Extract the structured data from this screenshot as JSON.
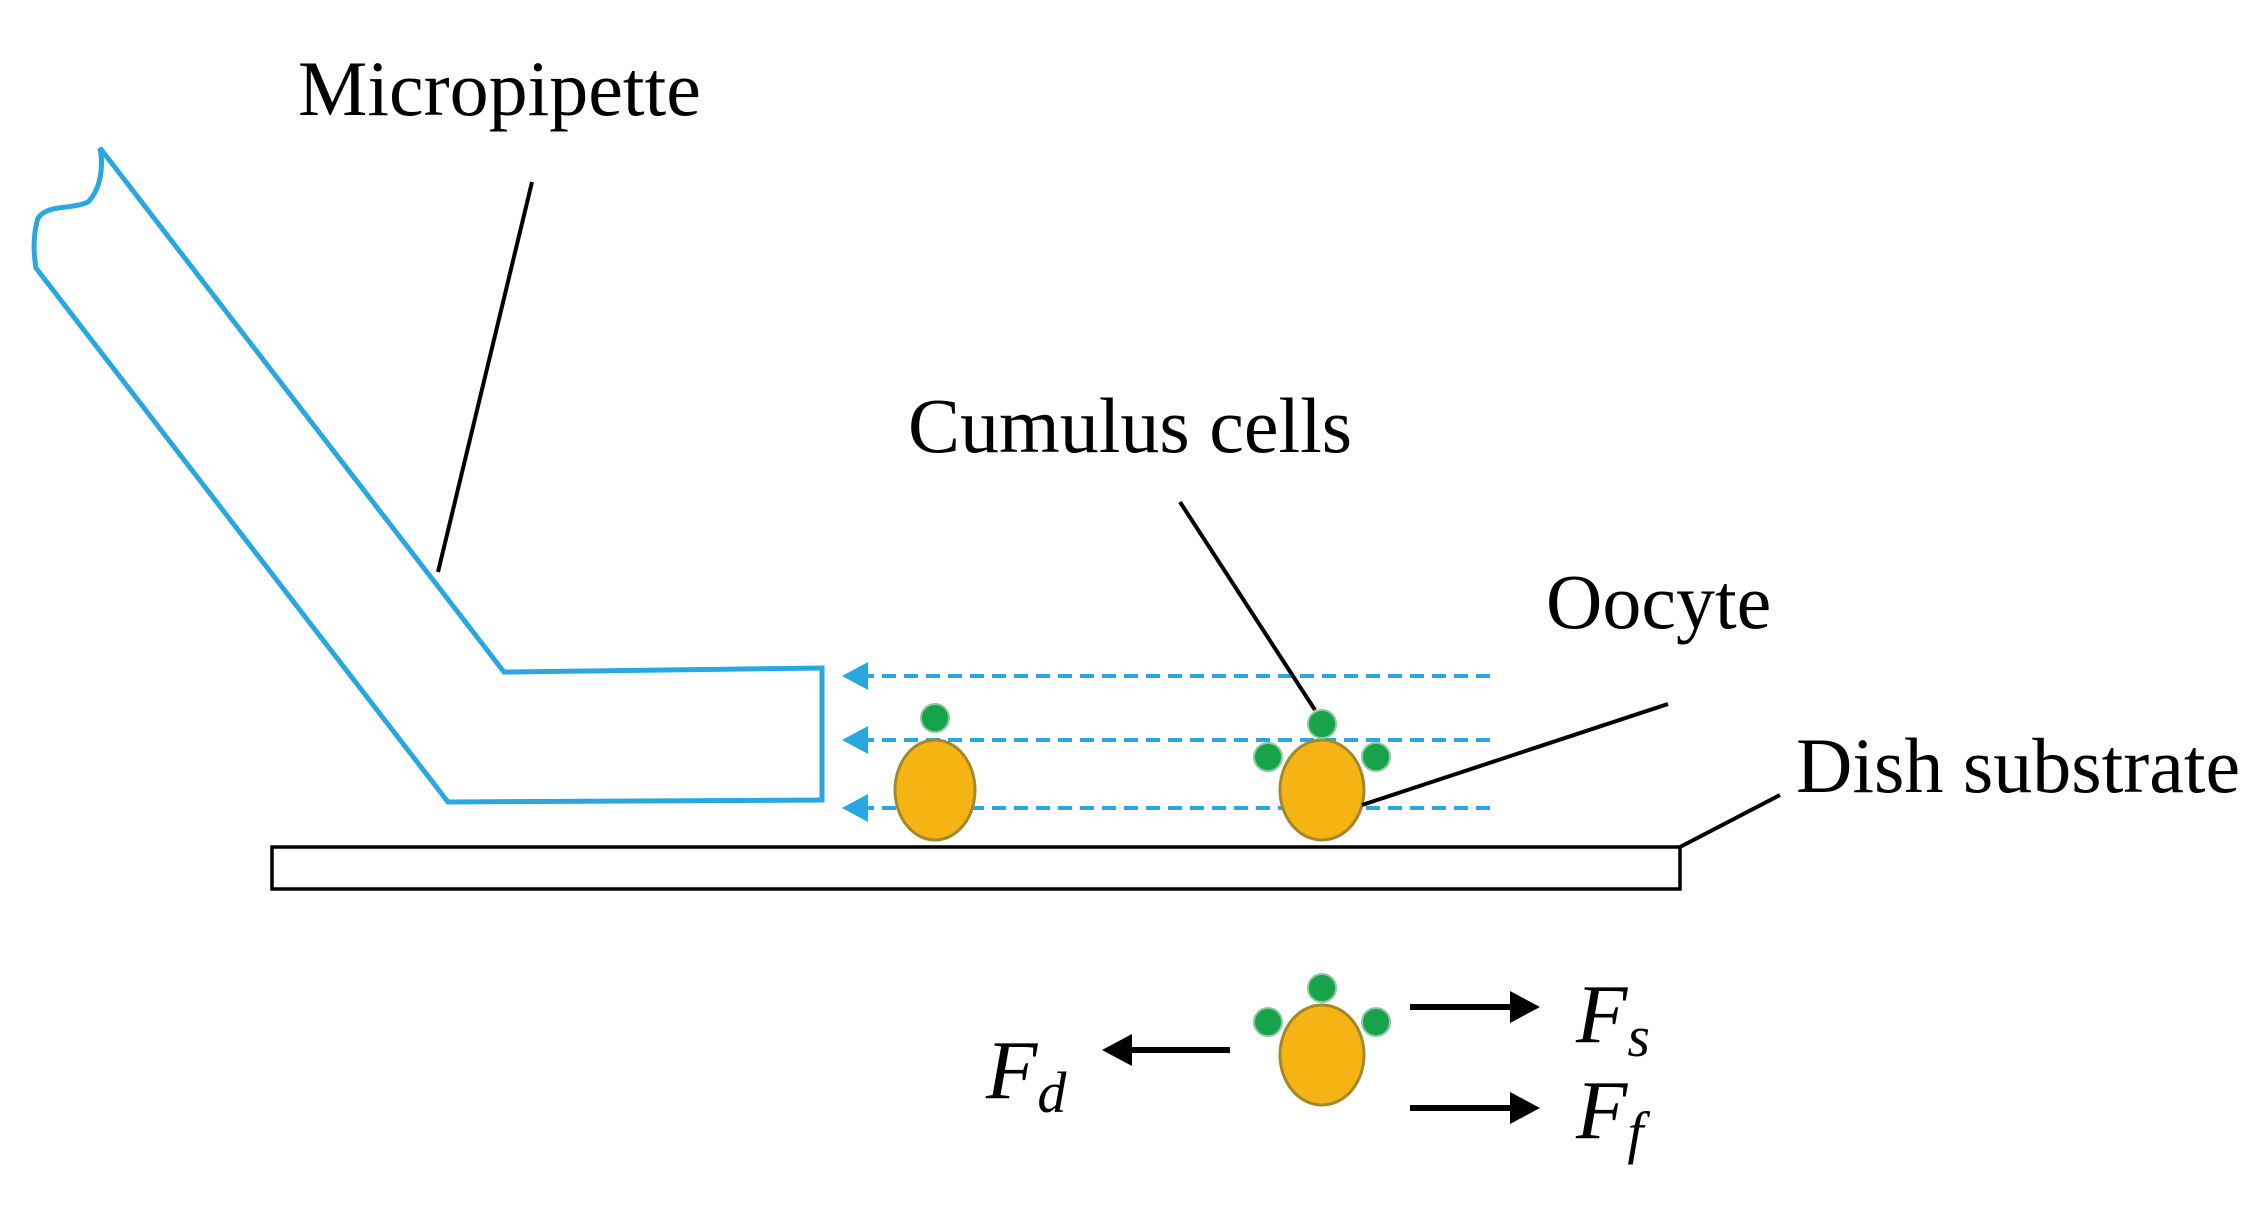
{
  "labels": {
    "micropipette": "Micropipette",
    "cumulus_cells": "Cumulus cells",
    "oocyte": "Oocyte",
    "dish_substrate": "Dish substrate"
  },
  "forces": {
    "drag": {
      "symbol": "F",
      "subscript": "d"
    },
    "surface": {
      "symbol": "F",
      "subscript": "s"
    },
    "friction": {
      "symbol": "F",
      "subscript": "f"
    }
  },
  "colors": {
    "pipette": "#29a7e1",
    "flow_arrows": "#29a7e1",
    "oocyte_fill": "#f6b414",
    "oocyte_stroke": "#a08a2a",
    "cumulus_fill": "#16a34a",
    "ink": "#000000"
  }
}
